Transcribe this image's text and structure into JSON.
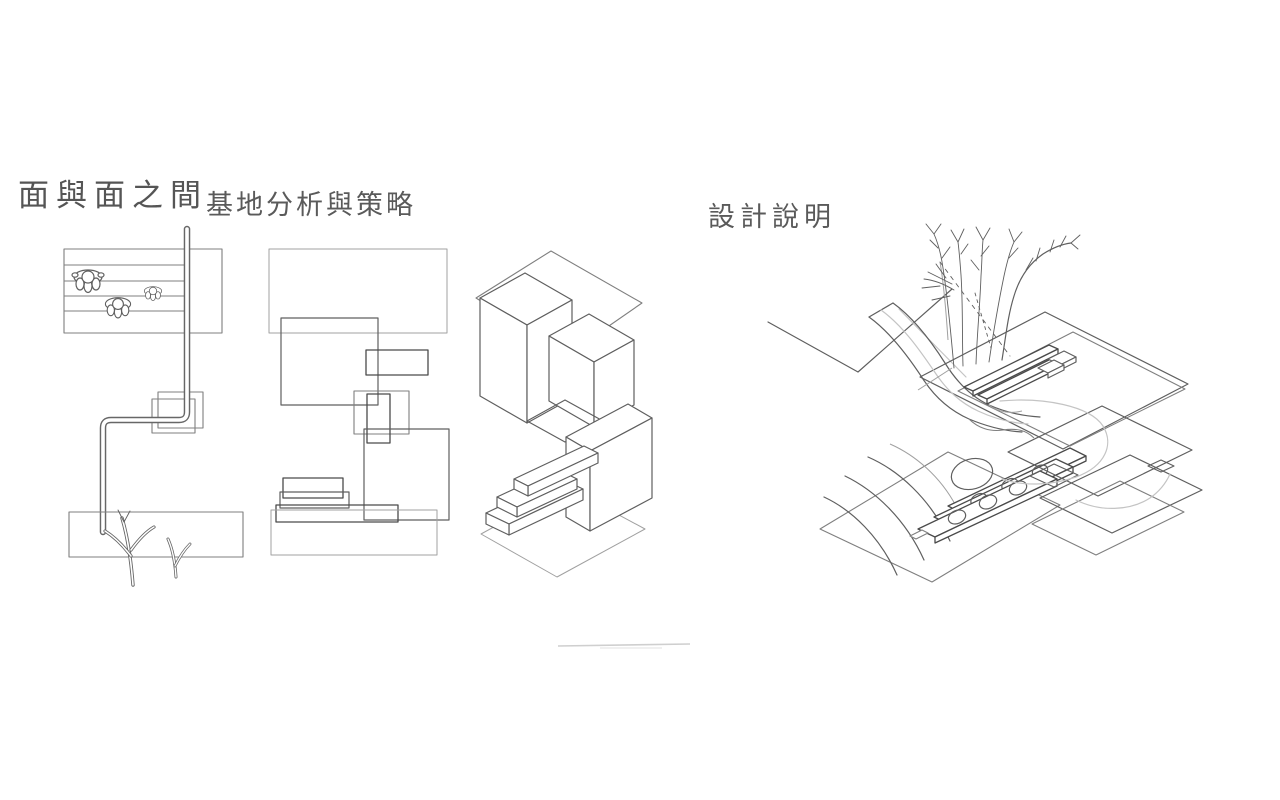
{
  "document": {
    "background_color": "#ffffff",
    "ink_color": "#5f5f5f",
    "light_ink_color": "#c4c4c4",
    "left_sheet": {
      "title": "面與面之間",
      "subtitle": "基地分析與策略",
      "figures": [
        "plan-field-and-path",
        "overlapping-planes-plan",
        "axonometric-massing"
      ]
    },
    "right_sheet": {
      "title": "設計說明",
      "figures": [
        "design-strategy-axonometric"
      ]
    }
  }
}
